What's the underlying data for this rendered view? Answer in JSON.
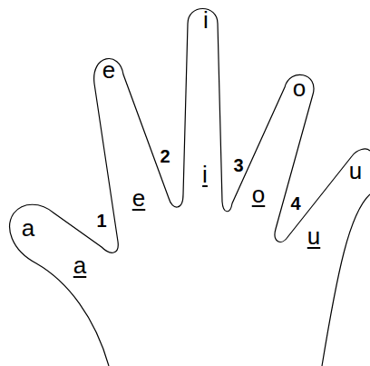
{
  "diagram": {
    "labels": [
      "i",
      "e",
      "o",
      "2",
      "u",
      "3",
      "i",
      "e",
      "4",
      "o",
      "1",
      "a",
      "u",
      "a"
    ]
  }
}
